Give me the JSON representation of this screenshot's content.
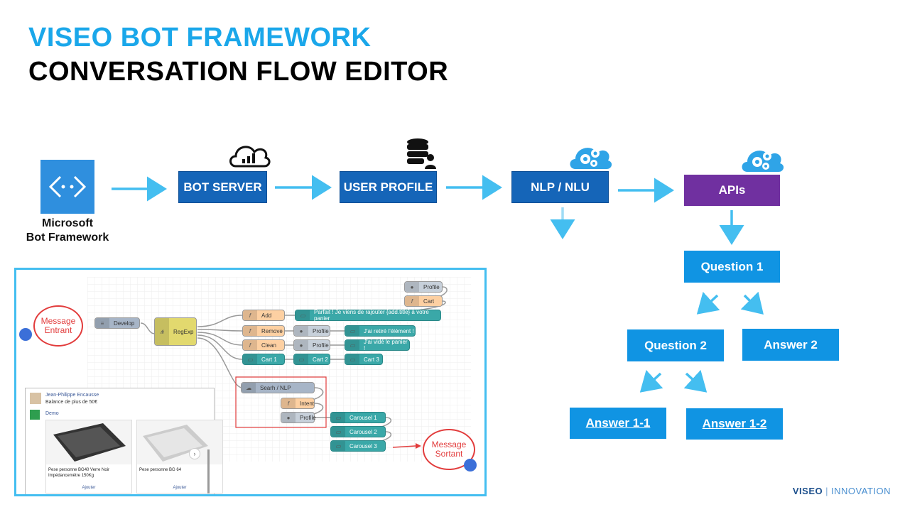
{
  "title": {
    "line1": "VISEO BOT FRAMEWORK",
    "line2": "CONVERSATION FLOW EDITOR"
  },
  "flow": {
    "ms_label_1": "Microsoft",
    "ms_label_2": "Bot Framework",
    "bot_server": "BOT SERVER",
    "user_profile": "USER PROFILE",
    "nlp": "NLP / NLU",
    "apis": "APIs"
  },
  "tree": {
    "q1": "Question 1",
    "q2": "Question 2",
    "a2": "Answer 2",
    "a11": "Answer 1-1",
    "a12": "Answer 1-2"
  },
  "editor": {
    "message_in_1": "Message",
    "message_in_2": "Entrant",
    "message_out_1": "Message",
    "message_out_2": "Sortant",
    "nodes": {
      "develop": "Develop",
      "regexp": "RegExp",
      "add": "Add",
      "remove": "Remove",
      "clean": "Clean",
      "cart1": "Cart 1",
      "cart2": "Cart 2",
      "cart3": "Cart 3",
      "profile_top": "Profile",
      "cart_top": "Cart",
      "parfait": "Parfait ! Je viens de rajouter {add.title} à votre panier",
      "profile_a": "Profile",
      "retire": "J'ai retiré l'élément !",
      "profile_b": "Profile",
      "vide": "J'ai vidé le panier !",
      "search_nlp": "Searh / NLP",
      "intent": "Intent",
      "profile_c": "Profile",
      "carousel1": "Carousel 1",
      "carousel2": "Carousel 2",
      "carousel3": "Carousel 3"
    },
    "chat": {
      "user_name": "Jean-Philippe Encausse",
      "user_msg": "Balance de plus de 50€",
      "bot_name": "Demo",
      "card1_title": "Pese personne BG40 Verre Noir Impédancemètre 150Kg",
      "card1_action": "Ajouter",
      "card2_title": "Pese personne BG 64",
      "card2_action": "Ajouter"
    }
  },
  "footer": {
    "brand": "VISEO",
    "sep": "|",
    "tag": "INNOVATION"
  },
  "colors": {
    "accent": "#1aa7ea",
    "dark_box": "#1565b8",
    "light_box": "#1094e3",
    "purple": "#7030a0",
    "arrow": "#44bef0"
  }
}
